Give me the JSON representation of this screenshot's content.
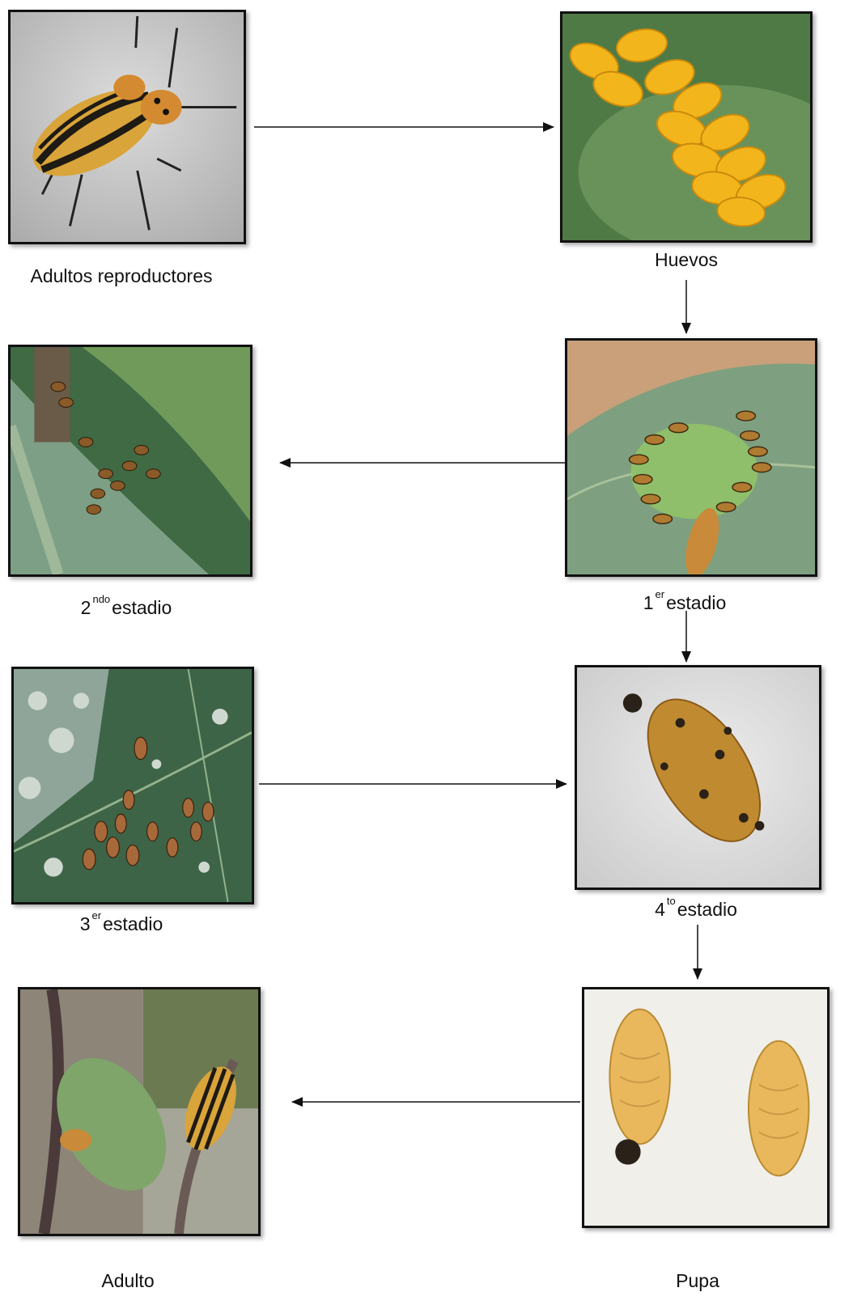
{
  "stages": [
    {
      "id": "adults",
      "label": "Adultos reproductores",
      "sup": ""
    },
    {
      "id": "eggs",
      "label": "Huevos",
      "sup": ""
    },
    {
      "id": "instar1",
      "num": "1",
      "sup": "er",
      "label": "estadio"
    },
    {
      "id": "instar2",
      "num": "2",
      "sup": "ndo",
      "label": "estadio"
    },
    {
      "id": "instar3",
      "num": "3",
      "sup": "er",
      "label": "estadio"
    },
    {
      "id": "instar4",
      "num": "4",
      "sup": "to",
      "label": "estadio"
    },
    {
      "id": "pupa",
      "label": "Pupa",
      "sup": ""
    },
    {
      "id": "adult",
      "label": "Adulto",
      "sup": ""
    }
  ],
  "flow": [
    "adults",
    "eggs",
    "instar1",
    "instar2",
    "instar3",
    "instar4",
    "pupa",
    "adult"
  ],
  "colors": {
    "beetle_yellow": "#d9a43a",
    "beetle_stripe": "#1e1a14",
    "egg_yellow": "#f2b51c",
    "leaf_green": "#5f8a55",
    "leaf_dark": "#3f6a43",
    "pupa_orange": "#e9b85d",
    "larva_brown": "#b07a30"
  }
}
